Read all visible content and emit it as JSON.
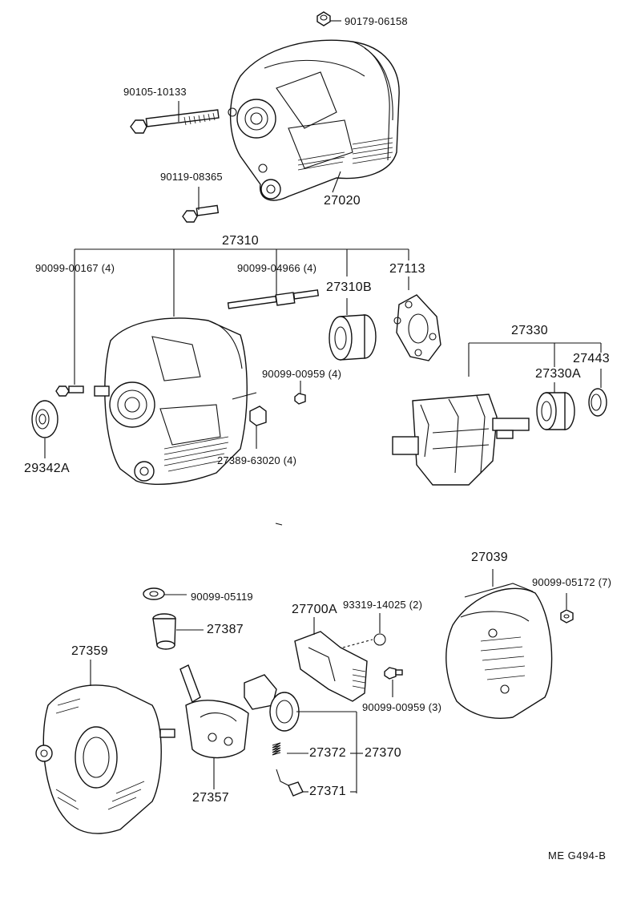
{
  "labels": {
    "nut_top": "90179-06158",
    "bolt_long": "90105-10133",
    "bolt_short": "90119-08365",
    "alternator_assy": "27020",
    "drive_end_frame_assy": "27310",
    "stud_bolt": "90099-00167 (4)",
    "through_bolt": "90099-04966 (4)",
    "bearing_front": "27310B",
    "retainer_plate": "27113",
    "screw_mid": "90099-00959 (4)",
    "insulator": "27389-63020 (4)",
    "pulley_collar": "29342A",
    "rotor_assy": "27330",
    "bearing_rear": "27330A",
    "bearing_cover": "27443",
    "rear_cover": "27039",
    "nut_rear": "90099-05172 (7)",
    "terminal_nut": "90099-05119",
    "terminal_insulator": "27387",
    "regulator_assy": "27700A",
    "regulator_screw": "93319-14025 (2)",
    "rear_frame": "27359",
    "brush_screw": "90099-00959 (3)",
    "brush_spring": "27372",
    "brush_holder_assy": "27370",
    "rectifier_holder": "27357",
    "brush": "27371",
    "figure_code": "ME  G494-B"
  }
}
